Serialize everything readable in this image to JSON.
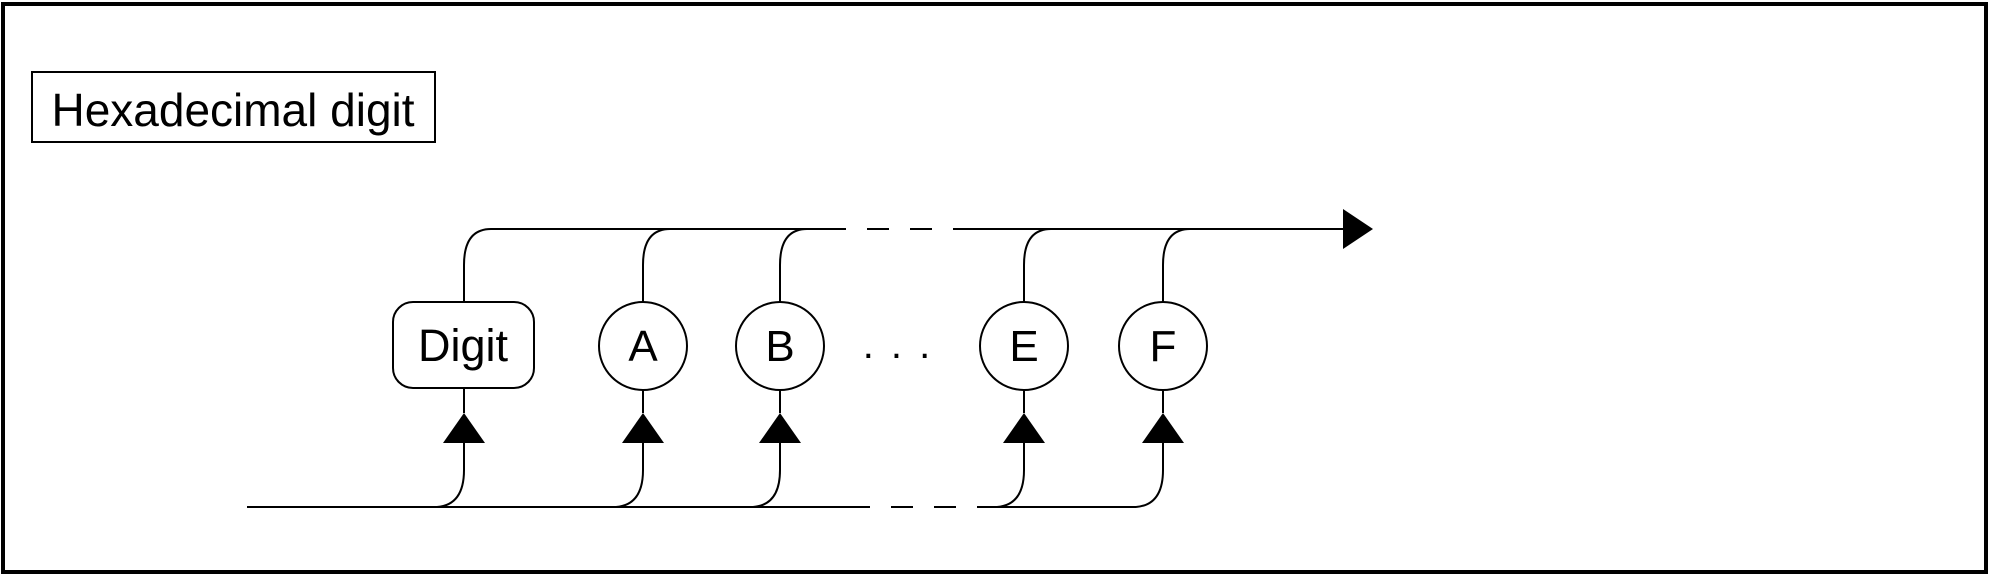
{
  "colors": {
    "ink": "#000000",
    "background": "#ffffff"
  },
  "title_box": {
    "label": "Hexadecimal digit"
  },
  "diagram": {
    "type": "railroad-syntax-diagram",
    "flow": "left-to-right",
    "branches": [
      {
        "label": "Digit",
        "shape": "rounded-rectangle",
        "kind": "nonterminal"
      },
      {
        "label": "A",
        "shape": "circle",
        "kind": "terminal"
      },
      {
        "label": "B",
        "shape": "circle",
        "kind": "terminal"
      },
      {
        "label": "E",
        "shape": "circle",
        "kind": "terminal"
      },
      {
        "label": "F",
        "shape": "circle",
        "kind": "terminal"
      }
    ],
    "ellipsis": ". . ."
  }
}
